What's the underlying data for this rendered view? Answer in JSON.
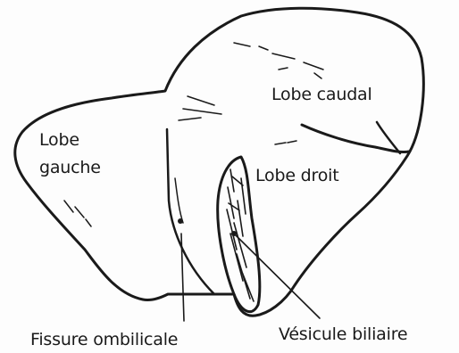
{
  "labels": {
    "lobe_caudal": "Lobe caudal",
    "lobe_gauche_line1": "Lobe",
    "lobe_gauche_line2": "gauche",
    "lobe_droit": "Lobe droit",
    "vesicule_biliaire": "Vésicule biliaire",
    "fissure_ombilicale": "Fissure ombilicale"
  },
  "colors": {
    "ink": "#1a1a1a",
    "paper": "#fdfdfd"
  }
}
